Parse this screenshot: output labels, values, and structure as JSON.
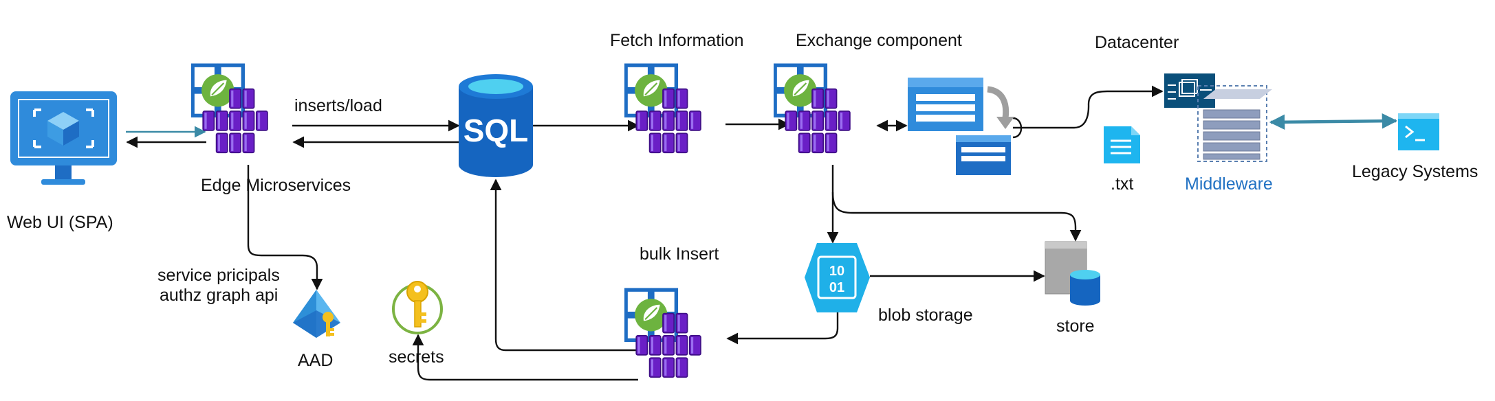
{
  "nodes": {
    "web_ui": "Web UI (SPA)",
    "edge": "Edge Microservices",
    "sql": "SQL",
    "fetch": "Fetch Information",
    "exchange": "Exchange component",
    "datacenter": "Datacenter",
    "txt": ".txt",
    "middleware": "Middleware",
    "legacy": "Legacy Systems",
    "bulk": "bulk Insert",
    "blob": "blob storage",
    "store": "store",
    "aad": "AAD",
    "secrets": "secrets",
    "blob_icon_text": [
      "10",
      "01"
    ]
  },
  "edges": {
    "inserts_load": "inserts/load",
    "service_principals": [
      "service pricipals",
      "authz graph api"
    ]
  },
  "colors": {
    "monitor": "#2f8bdb",
    "cube": "#5bb0ea",
    "sql_body": "#1565c0",
    "sql_top": "#4fd0f0",
    "microservice_purple": "#6a1fc6",
    "microservice_blue": "#1e6dc4",
    "spring_green": "#6db33f",
    "blob_hex": "#1fb0e8",
    "aad_blue": "#2d8fd8",
    "key_gold": "#f4c01e",
    "teal_arrow": "#3b8aa6",
    "middleware_text": "#2272c3"
  },
  "icons": [
    "monitor-icon",
    "microservices-icon",
    "sql-database-icon",
    "queue-icon",
    "server-rack-icon",
    "terminal-icon",
    "text-file-icon",
    "blob-storage-icon",
    "storage-icon",
    "aad-icon",
    "key-vault-icon"
  ]
}
